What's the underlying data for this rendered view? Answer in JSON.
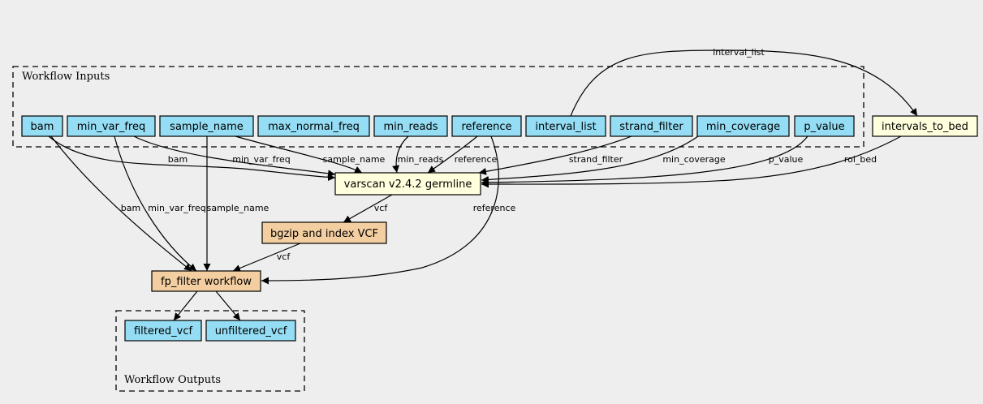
{
  "clusters": {
    "inputs": "Workflow Inputs",
    "outputs": "Workflow Outputs"
  },
  "colors": {
    "input_fill": "#94ddf4",
    "step_fill": "#ffffdd",
    "subworkflow_fill": "#f3cea1",
    "output_fill": "#94ddf4",
    "background": "#eeeeee"
  },
  "inputs": [
    "bam",
    "min_var_freq",
    "sample_name",
    "max_normal_freq",
    "min_reads",
    "reference",
    "interval_list",
    "strand_filter",
    "min_coverage",
    "p_value"
  ],
  "steps": {
    "intervals_to_bed": "intervals_to_bed",
    "varscan": "varscan v2.4.2 germline",
    "bgzip": "bgzip and index VCF",
    "fp_filter": "fp_filter workflow"
  },
  "outputs": [
    "filtered_vcf",
    "unfiltered_vcf"
  ],
  "edge_labels": {
    "interval_list": "interval_list",
    "bam_varscan": "bam",
    "min_var_freq_varscan": "min_var_freq",
    "sample_name_varscan": "sample_name",
    "min_reads_varscan": "min_reads",
    "reference_varscan": "reference",
    "strand_filter_varscan": "strand_filter",
    "min_coverage_varscan": "min_coverage",
    "p_value_varscan": "p_value",
    "roi_bed": "roi_bed",
    "bam_fp": "bam",
    "min_var_freq_fp": "min_var_freq",
    "sample_name_fp": "sample_name",
    "vcf_bgzip": "vcf",
    "reference_fp": "reference",
    "vcf_fp": "vcf"
  }
}
